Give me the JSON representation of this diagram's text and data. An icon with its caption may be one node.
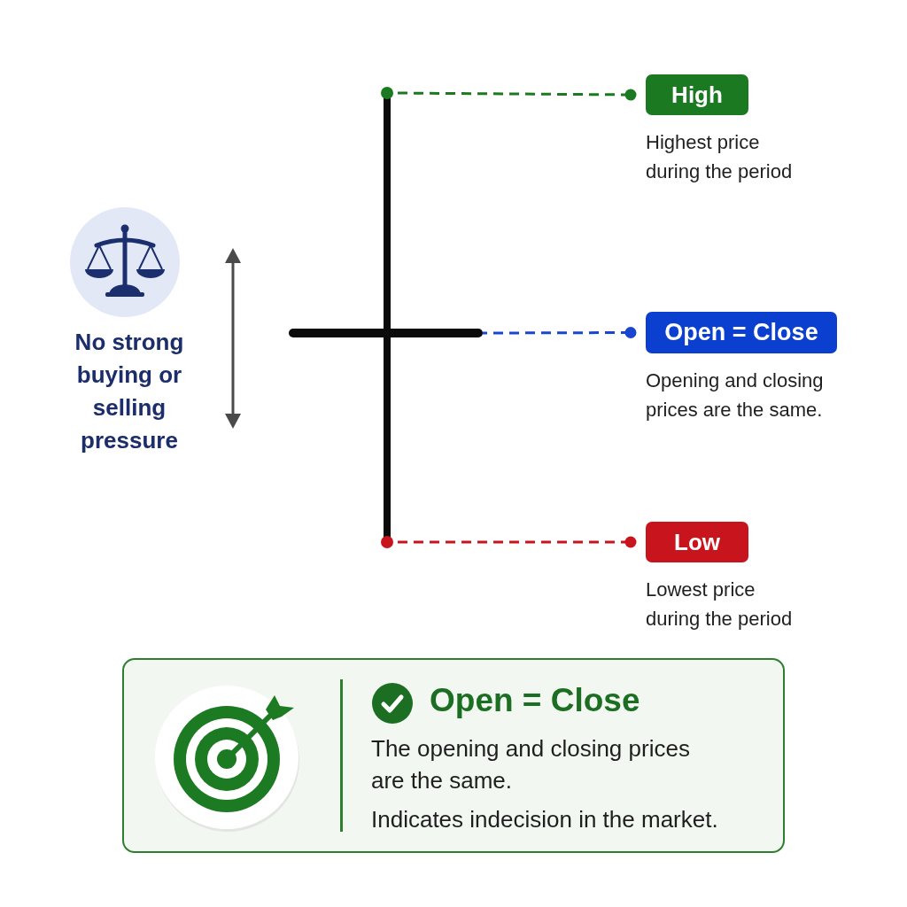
{
  "diagram": {
    "nodes": [
      {
        "text": [],
        "shape": "circle"
      },
      {
        "text": [
          "High"
        ],
        "beside": [
          "Highest price during the period"
        ]
      },
      {
        "text": [],
        "shape": "bar"
      },
      {
        "text": [
          "Open = Close"
        ],
        "beside": [
          "Opening and closing prices are the same."
        ]
      },
      {
        "text": [],
        "shape": "circle"
      },
      {
        "text": [
          "Low"
        ],
        "beside": [
          "Lowest price during the period"
        ]
      },
      {
        "text": [
          "Open = Close",
          "The opening and closing prices are the same.",
          "Indicates indecision in the market."
        ]
      }
    ],
    "edges": [
      {
        "from": 1,
        "to": 0,
        "arrow": "other",
        "style": "dashed",
        "color": "#1b7a21"
      },
      {
        "from": 3,
        "to": 2,
        "arrow": "other",
        "style": "dashed",
        "color": "#1a45d0"
      },
      {
        "from": 5,
        "to": 4,
        "arrow": "other",
        "style": "dashed",
        "color": "#c8141c"
      }
    ],
    "labels": [
      "No strong buying or selling pressure"
    ]
  }
}
